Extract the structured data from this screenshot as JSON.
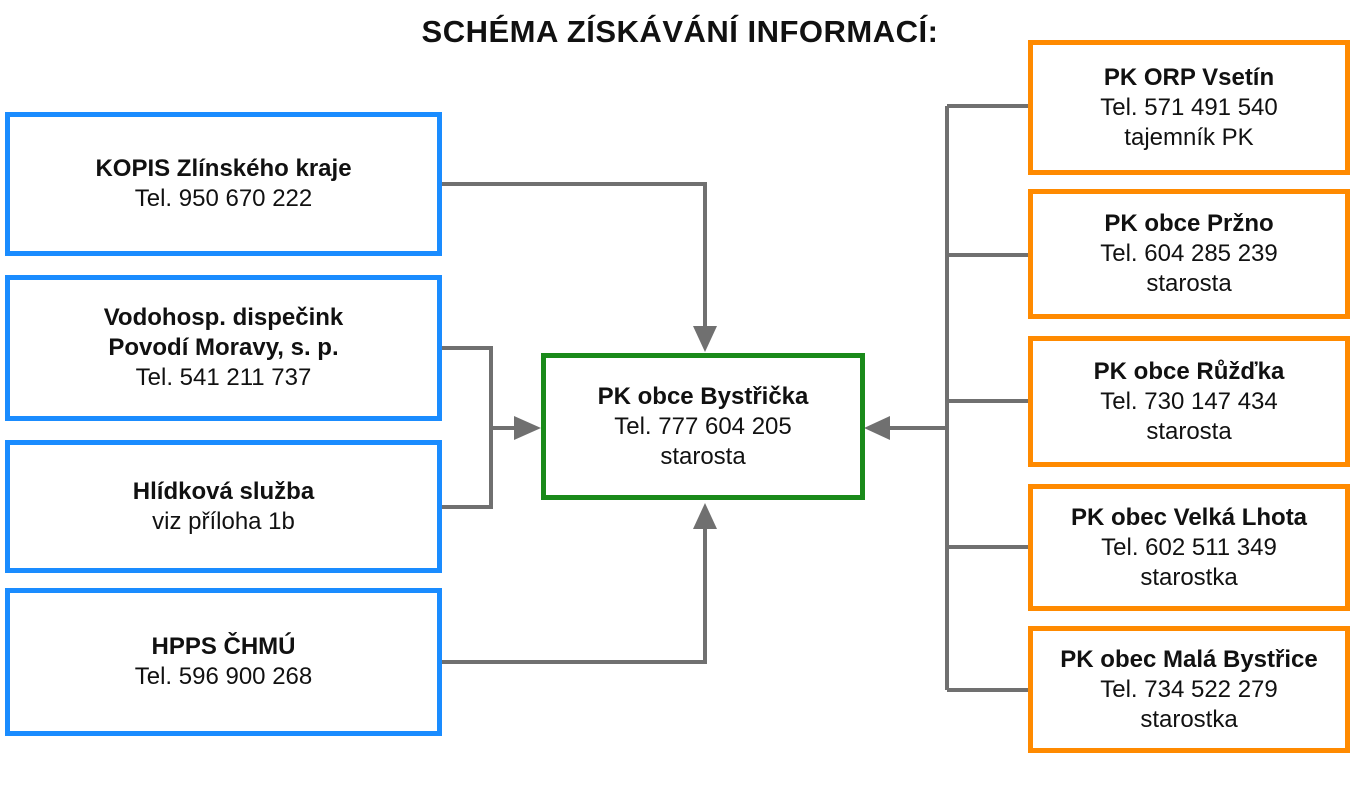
{
  "title": "SCHÉMA ZÍSKÁVÁNÍ INFORMACÍ:",
  "sources": [
    {
      "name": "KOPIS Zlínského kraje",
      "line2": "",
      "detail": "Tel. 950 670 222"
    },
    {
      "name": "Vodohosp. dispečink",
      "line2": "Povodí Moravy, s. p.",
      "detail": "Tel. 541 211 737"
    },
    {
      "name": "Hlídková služba",
      "line2": "",
      "detail": "viz příloha 1b"
    },
    {
      "name": "HPPS ČHMÚ",
      "line2": "",
      "detail": "Tel. 596 900 268"
    }
  ],
  "center": {
    "name": "PK obce Bystřička",
    "phone": "Tel. 777 604 205",
    "role": "starosta"
  },
  "recipients": [
    {
      "name": "PK ORP Vsetín",
      "phone": "Tel.  571 491 540",
      "role": "tajemník PK"
    },
    {
      "name": "PK obce Pržno",
      "phone": "Tel. 604 285 239",
      "role": "starosta"
    },
    {
      "name": "PK obce Růžďka",
      "phone": "Tel. 730 147 434",
      "role": "starosta"
    },
    {
      "name": "PK obec Velká Lhota",
      "phone": "Tel. 602 511 349",
      "role": "starostka"
    },
    {
      "name": "PK obec Malá Bystřice",
      "phone": "Tel. 734 522 279",
      "role": "starostka"
    }
  ],
  "colors": {
    "source_border": "#1a8cff",
    "center_border": "#1a8a1a",
    "recipient_border": "#ff8a00",
    "connector": "#707070"
  }
}
